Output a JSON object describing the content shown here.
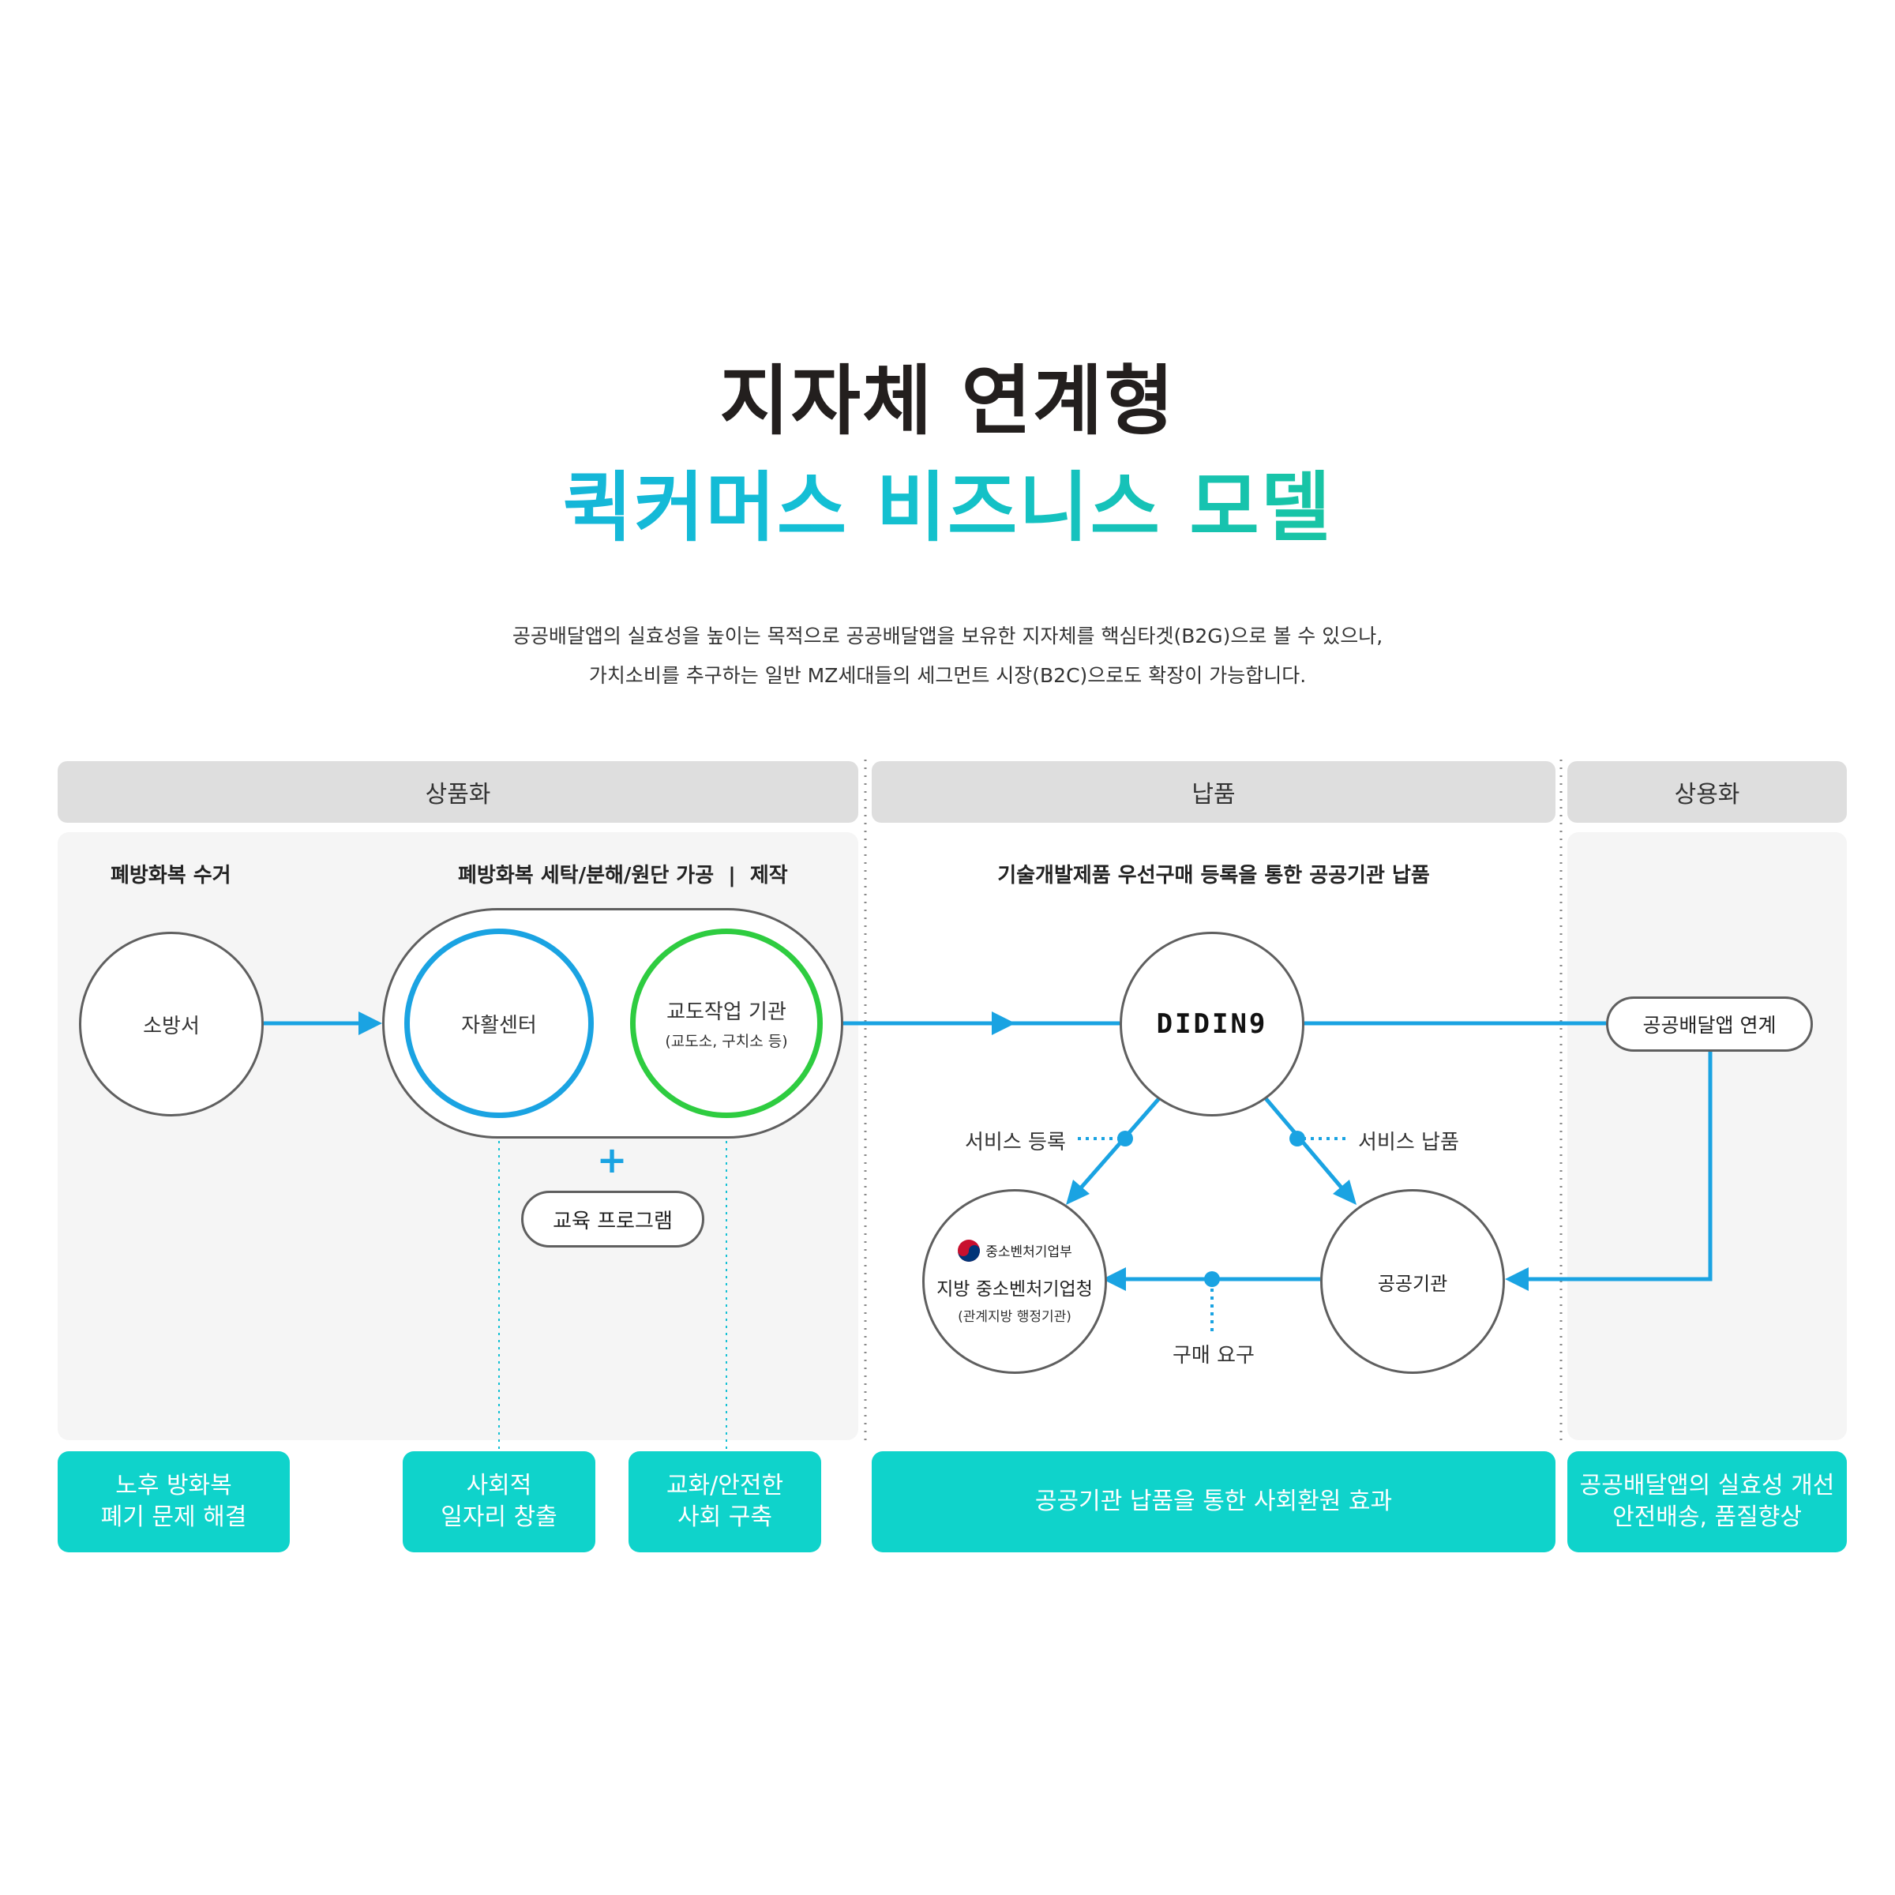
{
  "header": {
    "title_line1": "지자체 연계형",
    "title_line2": "퀵커머스 비즈니스 모델",
    "desc_line1": "공공배달앱의 실효성을 높이는 목적으로 공공배달앱을 보유한 지자체를 핵심타겟(B2G)으로 볼 수 있으나,",
    "desc_line2": "가치소비를 추구하는 일반 MZ세대들의 세그먼트 시장(B2C)으로도 확장이 가능합니다."
  },
  "stages": {
    "commercialization": "상품화",
    "delivery": "납품",
    "commercial_use": "상용화"
  },
  "subtitles": {
    "collection": "폐방화복 수거",
    "processing": "폐방화복 세탁/분해/원단 가공  |  제작",
    "procurement": "기술개발제품 우선구매 등록을 통한 공공기관 납품"
  },
  "nodes": {
    "fire_station": "소방서",
    "self_support_center": "자활센터",
    "correctional_work": "교도작업 기관",
    "correctional_work_sub": "(교도소, 구치소 등)",
    "plus": "+",
    "education_program": "교육 프로그램",
    "diding_logo": "DIDIN9",
    "public_app_link": "공공배달앱 연계",
    "mss_logo_text": "중소벤처기업부",
    "regional_sme": "지방 중소벤처기업청",
    "regional_sme_sub": "(관계지방 행정기관)",
    "public_institution": "공공기관"
  },
  "edge_labels": {
    "service_registration": "서비스 등록",
    "service_delivery": "서비스 납품",
    "purchase_request": "구매 요구"
  },
  "results": {
    "r1_line1": "노후 방화복",
    "r1_line2": "폐기 문제 해결",
    "r2_line1": "사회적",
    "r2_line2": "일자리 창출",
    "r3_line1": "교화/안전한",
    "r3_line2": "사회 구축",
    "r4": "공공기관 납품을 통한 사회환원 효과",
    "r5_line1": "공공배달앱의 실효성 개선",
    "r5_line2": "안전배송, 품질향상"
  },
  "colors": {
    "accent_blue": "#1aa3e2",
    "accent_green": "#2ecc40",
    "result_teal": "#0fd3cb",
    "band_gray": "#dedede",
    "panel_gray": "#f5f5f5"
  }
}
